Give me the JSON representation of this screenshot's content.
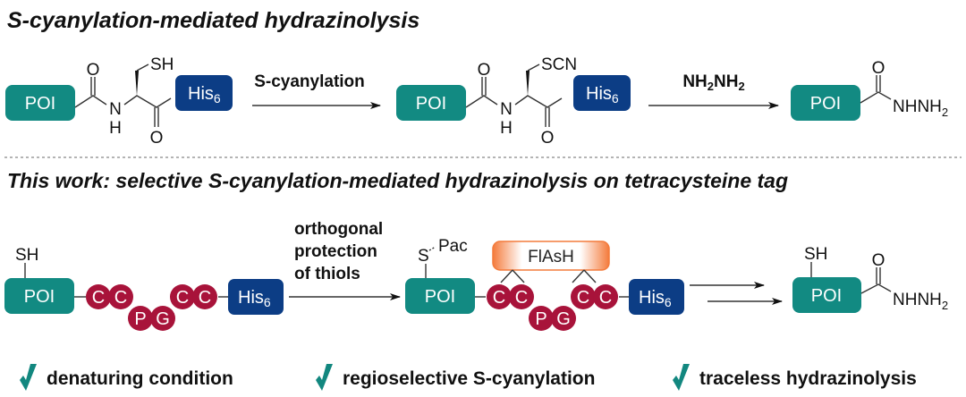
{
  "colors": {
    "poi": "#128a82",
    "his": "#0c3d85",
    "aa": "#a8133a",
    "flash_start": "#f47b3c",
    "flash_end": "#ffffff",
    "check": "#12877f"
  },
  "top_scheme": {
    "title": "S-cyanylation-mediated hydrazinolysis",
    "step1": {
      "poi_label": "POI",
      "his_label": "His",
      "his_sub": "6",
      "side_chain": "SH",
      "carbonyl_o1": "O",
      "carbonyl_o2": "O",
      "amide_n": "N",
      "amide_h": "H"
    },
    "arrow1_label": "S-cyanylation",
    "step2": {
      "poi_label": "POI",
      "his_label": "His",
      "his_sub": "6",
      "side_chain": "SCN",
      "carbonyl_o1": "O",
      "carbonyl_o2": "O",
      "amide_n": "N",
      "amide_h": "H"
    },
    "arrow2_label": {
      "p1": "NH",
      "s1": "2",
      "p2": "NH",
      "s2": "2"
    },
    "product": {
      "poi_label": "POI",
      "carbonyl_o": "O",
      "group": "NHNH",
      "group_sub": "2"
    }
  },
  "bottom_scheme": {
    "title": "This work: selective S-cyanylation-mediated hydrazinolysis on tetracysteine tag",
    "start": {
      "thiol": "SH",
      "poi_label": "POI",
      "tag": [
        "C",
        "C",
        "P",
        "G",
        "C",
        "C"
      ],
      "his_label": "His",
      "his_sub": "6"
    },
    "arrow1_label": [
      "orthogonal",
      "protection",
      "of thiols"
    ],
    "intermediate": {
      "thiol_s": "S",
      "protecting_group": "Pac",
      "poi_label": "POI",
      "flash_label": "FlAsH",
      "tag": [
        "C",
        "C",
        "P",
        "G",
        "C",
        "C"
      ],
      "his_label": "His",
      "his_sub": "6"
    },
    "product": {
      "thiol": "SH",
      "poi_label": "POI",
      "carbonyl_o": "O",
      "group": "NHNH",
      "group_sub": "2"
    }
  },
  "features": [
    {
      "icon": "check-icon",
      "label": "denaturing condition"
    },
    {
      "icon": "check-icon",
      "label": "regioselective S-cyanylation"
    },
    {
      "icon": "check-icon",
      "label": "traceless hydrazinolysis"
    }
  ]
}
